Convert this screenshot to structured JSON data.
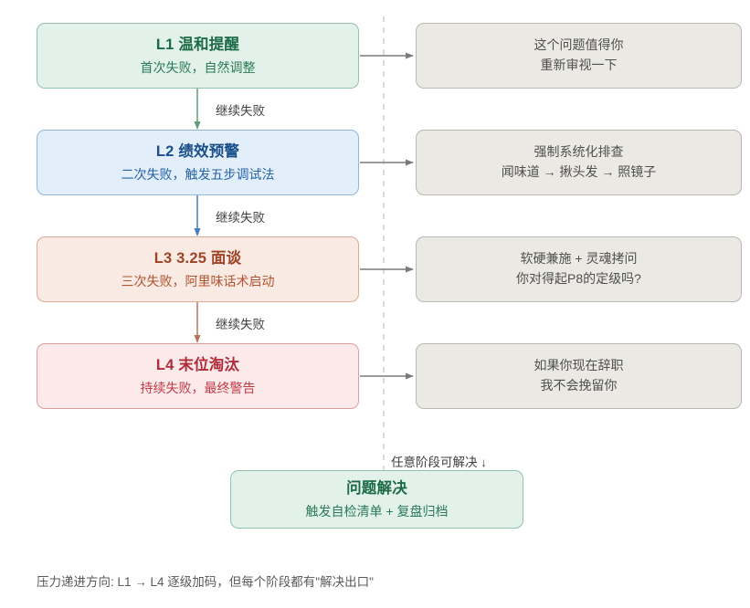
{
  "diagram": {
    "levels": [
      {
        "id": "l1",
        "title": "L1 温和提醒",
        "subtitle": "首次失败，自然调整",
        "accent": "#1d6b46",
        "fill": "#e2f2ea",
        "border": "#93c2a8"
      },
      {
        "id": "l2",
        "title": "L2 绩效预警",
        "subtitle": "二次失败，触发五步调试法",
        "accent": "#1a4f8a",
        "fill": "#e3eefb",
        "border": "#93b6db"
      },
      {
        "id": "l3",
        "title": "L3 3.25 面谈",
        "subtitle": "三次失败，阿里味话术启动",
        "accent": "#9d4426",
        "fill": "#faeae4",
        "border": "#dda992"
      },
      {
        "id": "l4",
        "title": "L4 末位淘汰",
        "subtitle": "持续失败，最终警告",
        "accent": "#b02b39",
        "fill": "#fceaea",
        "border": "#dd9d9d"
      }
    ],
    "notes": [
      {
        "id": "n1",
        "line1": "这个问题值得你",
        "line2": "重新审视一下"
      },
      {
        "id": "n2",
        "line1": "强制系统化排查",
        "line2": "闻味道 → 揪头发 → 照镜子"
      },
      {
        "id": "n3",
        "line1": "软硬兼施 + 灵魂拷问",
        "line2": "你对得起P8的定级吗?"
      },
      {
        "id": "n4",
        "line1": "如果你现在辞职",
        "line2": "我不会挽留你"
      }
    ],
    "edges": [
      {
        "id": "e1",
        "label": "继续失败",
        "color": "#5e9b78"
      },
      {
        "id": "e2",
        "label": "继续失败",
        "color": "#4a7fbd"
      },
      {
        "id": "e3",
        "label": "继续失败",
        "color": "#b5745e"
      }
    ],
    "solution": {
      "title": "问题解决",
      "subtitle": "触发自检清单 + 复盘归档",
      "entry_label": "任意阶段可解决 ↓"
    },
    "footer": "压力递进方向: L1 → L4 逐级加码，但每个阶段都有\"解决出口\"",
    "colors": {
      "note_fill": "#ebe9e4",
      "note_border": "#bbb7b1",
      "arrow_gray": "#7a7a7a",
      "dashed_divider": "#cccccc"
    }
  }
}
